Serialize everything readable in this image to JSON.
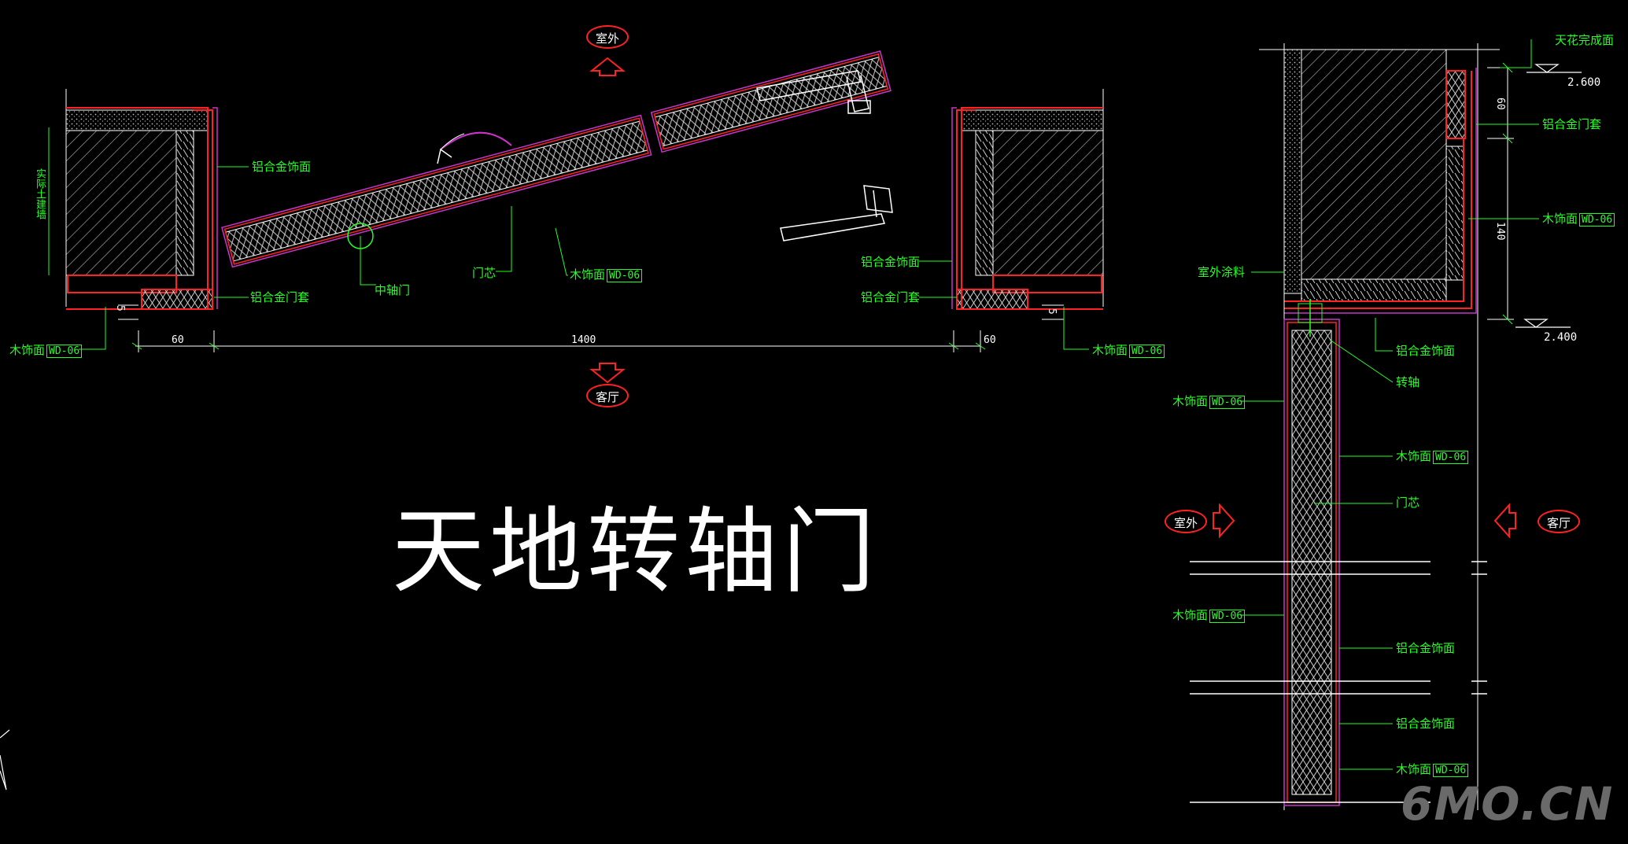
{
  "title": "天地转轴门",
  "watermark": "6MO.CN",
  "plan": {
    "labels": {
      "actual_wall": "实际土建墙",
      "alu_face_left": "铝合金饰面",
      "alu_frame_left": "铝合金门套",
      "wood_face_bottom_left": "木饰面",
      "pivot": "中轴门",
      "core": "门芯",
      "wood_face_mid": "木饰面",
      "alu_face_right": "铝合金饰面",
      "alu_frame_right": "铝合金门套",
      "wood_face_bottom_right": "木饰面"
    },
    "code": "WD-06",
    "dims": {
      "left": "60",
      "middle": "1400",
      "right": "60",
      "small_a": "5",
      "small_b": "5"
    },
    "rooms": {
      "top": "室外",
      "bottom": "客厅"
    }
  },
  "section": {
    "labels": {
      "ceiling_finish": "天花完成面",
      "alu_frame": "铝合金门套",
      "wood_face_top": "木饰面",
      "exterior_paint": "室外涂料",
      "alu_face_1": "铝合金饰面",
      "axle": "转轴",
      "wood_face_left_1": "木饰面",
      "wood_face_right_1": "木饰面",
      "core": "门芯",
      "wood_face_left_2": "木饰面",
      "alu_face_2": "铝合金饰面",
      "alu_face_3": "铝合金饰面",
      "wood_face_right_2": "木饰面"
    },
    "code": "WD-06",
    "levels": {
      "upper": "2.600",
      "lower": "2.400"
    },
    "dims": {
      "upper": "60",
      "lower": "140"
    },
    "rooms": {
      "left": "室外",
      "right": "客厅"
    }
  },
  "colors": {
    "background": "#000000",
    "annotation": "#22ff22",
    "outline": "#ff2222",
    "hatch": "#ffffff",
    "accent": "#cc33cc",
    "watermark": "#6a6a6a"
  }
}
